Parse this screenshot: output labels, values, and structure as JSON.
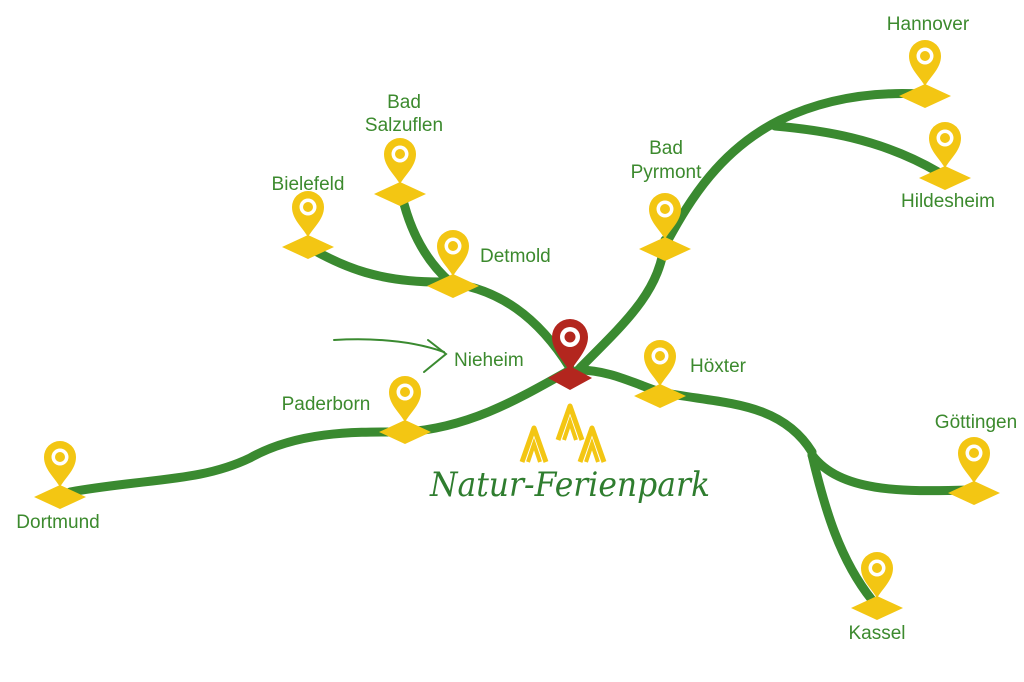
{
  "map": {
    "colors": {
      "road": "#3a8a30",
      "pin": "#f3c613",
      "pin_center": "#ffffff",
      "home_pin": "#b3261e",
      "label": "#3c8a2e",
      "logo": "#f3c613"
    },
    "home": {
      "label": "Nieheim",
      "icon": "home-location-pin"
    },
    "brand": "Natur-Ferienpark",
    "cities": {
      "hannover": "Hannover",
      "hildesheim": "Hildesheim",
      "bad_pyrmont_1": "Bad",
      "bad_pyrmont_2": "Pyrmont",
      "bad_salzuflen_1": "Bad",
      "bad_salzuflen_2": "Salzuflen",
      "bielefeld": "Bielefeld",
      "detmold": "Detmold",
      "paderborn": "Paderborn",
      "dortmund": "Dortmund",
      "hoexter": "Höxter",
      "goettingen": "Göttingen",
      "kassel": "Kassel"
    }
  }
}
